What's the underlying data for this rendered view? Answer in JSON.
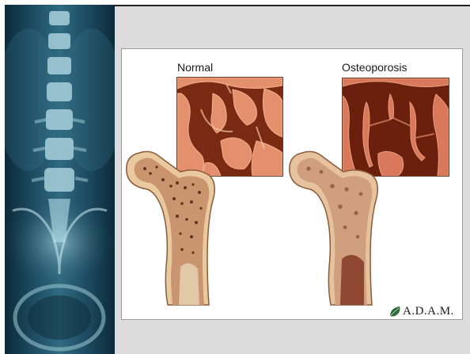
{
  "figure": {
    "label_normal": "Normal",
    "label_osteoporosis": "Osteoporosis",
    "logo_text": "A.D.A.M."
  },
  "icons": {
    "logo_mark": "leaf-icon",
    "xray": "spine-xray-image",
    "normal_micro": "normal-bone-microstructure-image",
    "osteo_micro": "osteoporotic-bone-microstructure-image",
    "normal_femur": "normal-femur-cross-section-image",
    "osteo_femur": "osteoporotic-femur-cross-section-image"
  },
  "colors": {
    "bone_tissue": "#d9785a",
    "bone_shadow": "#7a2a12",
    "femur_outer": "#e9c9a0",
    "slide_bg": "#dcdcdc"
  }
}
